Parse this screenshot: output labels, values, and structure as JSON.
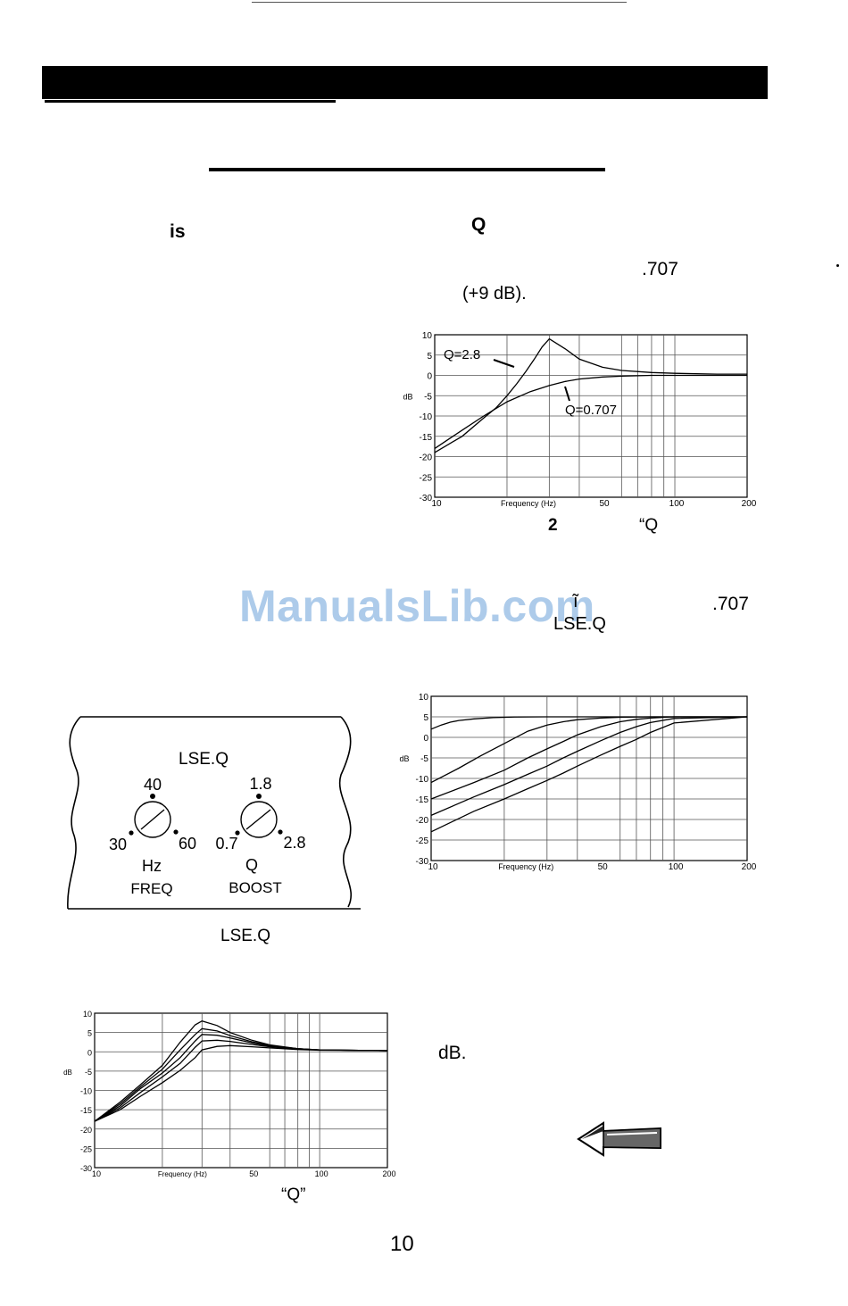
{
  "text": {
    "is": "is",
    "q_heading": "Q",
    "q707": ".707",
    "plus9": "(+9 dB).",
    "fig1_caption_num": "2",
    "fig1_caption_q": "“Q",
    "q707_b": ".707",
    "partial_glyph": "ĩ",
    "lseq_b": "LSE.Q",
    "panel_caption": "LSE.Q",
    "db_text": "dB.",
    "fig3_caption": "“Q”",
    "page_number": "10",
    "watermark": "ManualsLib.com"
  },
  "panel": {
    "title": "LSE.Q",
    "freq_top": "40",
    "freq_left": "30",
    "freq_right": "60",
    "freq_unit": "Hz",
    "freq_label": "FREQ",
    "q_top": "1.8",
    "q_left": "0.7",
    "q_right": "2.8",
    "q_unit": "Q",
    "q_label": "BOOST"
  },
  "chart_data": [
    {
      "type": "line",
      "x_scale": "log",
      "xlim": [
        10,
        200
      ],
      "ylim": [
        -30,
        10
      ],
      "xlabel": "Frequency (Hz)",
      "ylabel": "dB",
      "xticks": [
        "10",
        "50",
        "100",
        "200"
      ],
      "yticks": [
        "10",
        "5",
        "0",
        "-5",
        "-10",
        "-15",
        "-20",
        "-25",
        "-30"
      ],
      "grid": true,
      "annotations": [
        "Q=2.8",
        "Q=0.707"
      ],
      "series": [
        {
          "x": [
            10,
            13,
            16,
            18,
            20,
            22,
            24,
            26,
            28,
            30,
            35,
            40,
            50,
            60,
            80,
            100,
            150,
            200
          ],
          "y": [
            -19,
            -15,
            -10.5,
            -8,
            -5,
            -2,
            1,
            4,
            7,
            9,
            6.5,
            4,
            2,
            1.2,
            0.7,
            0.5,
            0.3,
            0.3
          ]
        },
        {
          "x": [
            10,
            13,
            16,
            20,
            25,
            30,
            35,
            40,
            50,
            60,
            80,
            100,
            150,
            200
          ],
          "y": [
            -18,
            -13.5,
            -10,
            -6.5,
            -4,
            -2.5,
            -1.5,
            -0.9,
            -0.4,
            -0.2,
            0,
            0,
            0,
            0
          ]
        }
      ]
    },
    {
      "type": "line",
      "x_scale": "log",
      "xlim": [
        10,
        200
      ],
      "ylim": [
        -30,
        10
      ],
      "xlabel": "Frequency (Hz)",
      "ylabel": "dB",
      "xticks": [
        "10",
        "50",
        "100",
        "200"
      ],
      "yticks": [
        "10",
        "5",
        "0",
        "-5",
        "-10",
        "-15",
        "-20",
        "-25",
        "-30"
      ],
      "grid": true,
      "series": [
        {
          "x": [
            10,
            11,
            12,
            13,
            15,
            18,
            22,
            30,
            50,
            100,
            200
          ],
          "y": [
            2,
            3,
            3.7,
            4.1,
            4.5,
            4.8,
            4.95,
            5,
            5,
            5,
            5
          ]
        },
        {
          "x": [
            10,
            13,
            16,
            20,
            25,
            30,
            35,
            40,
            50,
            60,
            80,
            100,
            200
          ],
          "y": [
            -11,
            -7.5,
            -4.5,
            -1.5,
            1.5,
            3,
            3.8,
            4.3,
            4.7,
            4.9,
            5,
            5,
            5
          ]
        },
        {
          "x": [
            10,
            15,
            20,
            25,
            30,
            35,
            40,
            50,
            60,
            70,
            80,
            100,
            200
          ],
          "y": [
            -15,
            -11,
            -8,
            -5,
            -2.8,
            -1,
            0.6,
            2.6,
            3.8,
            4.4,
            4.7,
            5,
            5
          ]
        },
        {
          "x": [
            10,
            15,
            20,
            25,
            30,
            35,
            40,
            50,
            60,
            70,
            80,
            100,
            200
          ],
          "y": [
            -19,
            -14.5,
            -11.5,
            -9,
            -7,
            -5,
            -3.4,
            -0.8,
            1.2,
            2.6,
            3.6,
            4.6,
            5
          ]
        },
        {
          "x": [
            10,
            15,
            20,
            25,
            30,
            35,
            40,
            50,
            60,
            70,
            80,
            100,
            200
          ],
          "y": [
            -23,
            -18,
            -15,
            -12.5,
            -10.5,
            -8.7,
            -7,
            -4.3,
            -2.2,
            -0.5,
            1.2,
            3.5,
            5
          ]
        }
      ]
    },
    {
      "type": "line",
      "x_scale": "log",
      "xlim": [
        10,
        200
      ],
      "ylim": [
        -30,
        10
      ],
      "xlabel": "Frequency (Hz)",
      "ylabel": "dB",
      "xticks": [
        "10",
        "50",
        "100",
        "200"
      ],
      "yticks": [
        "10",
        "5",
        "0",
        "-5",
        "-10",
        "-15",
        "-20",
        "-25",
        "-30"
      ],
      "grid": true,
      "series": [
        {
          "x": [
            10,
            13,
            16,
            20,
            24,
            28,
            30,
            35,
            40,
            50,
            60,
            80,
            100,
            200
          ],
          "y": [
            -18,
            -13,
            -8.5,
            -3.5,
            2.5,
            7,
            8,
            6.8,
            5,
            3,
            1.8,
            0.8,
            0.5,
            0.3
          ]
        },
        {
          "x": [
            10,
            13,
            16,
            20,
            24,
            28,
            30,
            35,
            40,
            50,
            60,
            80,
            100,
            200
          ],
          "y": [
            -18,
            -13.5,
            -9,
            -4.5,
            0.5,
            4.5,
            6,
            5.4,
            4.2,
            2.6,
            1.6,
            0.8,
            0.5,
            0.3
          ]
        },
        {
          "x": [
            10,
            13,
            16,
            20,
            24,
            28,
            30,
            35,
            40,
            50,
            60,
            80,
            100,
            200
          ],
          "y": [
            -18,
            -14,
            -9.5,
            -5.5,
            -1.5,
            2.8,
            4.5,
            4.3,
            3.6,
            2.3,
            1.5,
            0.8,
            0.5,
            0.3
          ]
        },
        {
          "x": [
            10,
            13,
            16,
            20,
            24,
            28,
            30,
            35,
            40,
            50,
            60,
            80,
            100,
            200
          ],
          "y": [
            -18,
            -14.5,
            -10.5,
            -6.5,
            -3,
            1.2,
            2.8,
            3,
            2.7,
            1.9,
            1.3,
            0.7,
            0.5,
            0.3
          ]
        },
        {
          "x": [
            10,
            13,
            16,
            20,
            24,
            28,
            30,
            35,
            40,
            50,
            60,
            80,
            100,
            200
          ],
          "y": [
            -18,
            -15,
            -11.5,
            -8,
            -4.8,
            -1.5,
            0.5,
            1.4,
            1.6,
            1.3,
            1,
            0.6,
            0.4,
            0.3
          ]
        }
      ]
    }
  ]
}
